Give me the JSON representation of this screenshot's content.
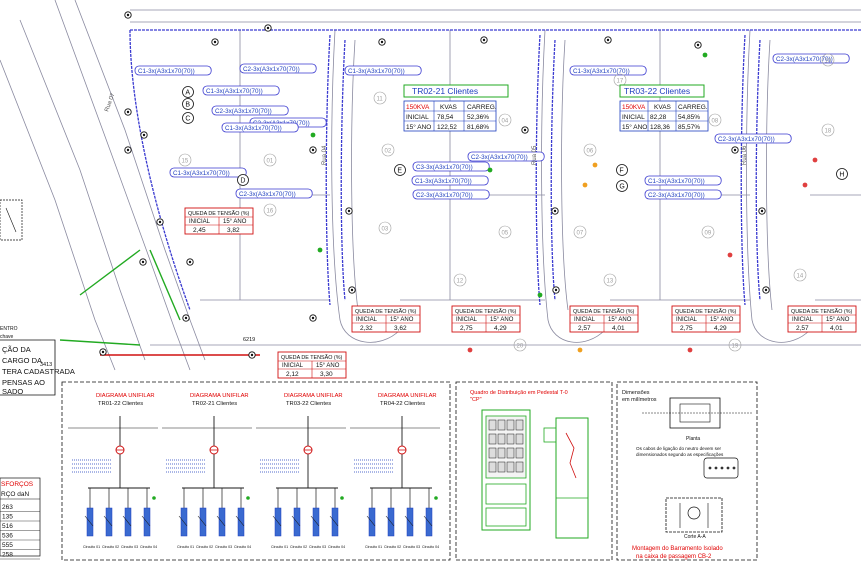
{
  "colors": {
    "blue_text": "#1f3fbf",
    "red_text": "#e00000",
    "green_line": "#22aa22",
    "road_line": "#9a9ab0",
    "cable": "#3a3ad0",
    "box_border": "#d01010"
  },
  "transformers": [
    {
      "name": "TR02-21 Clientes",
      "kva_head": "150KVA",
      "h_kvas": "KVAS",
      "h_carreg": "CARREG.",
      "r1_label": "INICIAL",
      "r1_kvas": "78,54",
      "r1_pct": "52,36%",
      "r2_label": "15° ANO",
      "r2_kvas": "122,52",
      "r2_pct": "81,68%"
    },
    {
      "name": "TR03-22 Clientes",
      "kva_head": "150KVA",
      "h_kvas": "KVAS",
      "h_carreg": "CARREG.",
      "r1_label": "INICIAL",
      "r1_kvas": "82,28",
      "r1_pct": "54,85%",
      "r2_label": "15° ANO",
      "r2_kvas": "128,36",
      "r2_pct": "85,57%"
    }
  ],
  "voltage_drop_tables": [
    {
      "title": "QUEDA DE TENSÃO (%)",
      "h1": "INICIAL",
      "h2": "15° ANO",
      "v1": "2,45",
      "v2": "3,82"
    },
    {
      "title": "QUEDA DE TENSÃO (%)",
      "h1": "INICIAL",
      "h2": "15° ANO",
      "v1": "2,12",
      "v2": "3,30"
    },
    {
      "title": "QUEDA DE TENSÃO (%)",
      "h1": "INICIAL",
      "h2": "15° ANO",
      "v1": "2,32",
      "v2": "3,62"
    },
    {
      "title": "QUEDA DE TENSÃO (%)",
      "h1": "INICIAL",
      "h2": "15° ANO",
      "v1": "2,75",
      "v2": "4,29"
    },
    {
      "title": "QUEDA DE TENSÃO (%)",
      "h1": "INICIAL",
      "h2": "15° ANO",
      "v1": "2,57",
      "v2": "4,01"
    },
    {
      "title": "QUEDA DE TENSÃO (%)",
      "h1": "INICIAL",
      "h2": "15° ANO",
      "v1": "2,75",
      "v2": "4,29"
    },
    {
      "title": "QUEDA DE TENSÃO (%)",
      "h1": "INICIAL",
      "h2": "15° ANO",
      "v1": "2,57",
      "v2": "4,01"
    }
  ],
  "cable_labels": [
    "C1-3x(A3x1x70(70))",
    "C2-3x(A3x1x70(70))",
    "C1-3x(A3x1x70(70))",
    "C1-3x(A3x1x70(70))",
    "C1-3x(A3x1x70(70))",
    "C2-3x(A3x1x70(70))",
    "C1-3x(A3x1x70(70))",
    "C2-3x(A3x1x70(70))",
    "C2-3x(A3x1x70(70))",
    "C3-3x(A3x1x70(70))",
    "C1-3x(A3x1x70(70))",
    "C2-3x(A3x1x70(70))",
    "C2-3x(A3x1x70(70))",
    "C2-3x(A3x1x70(70))",
    "C1-3x(A3x1x70(70))",
    "C2-3x(A3x1x70(70))",
    "C1-3x(A3x1x70(70))",
    "C2-3x(A3x1x70(70))"
  ],
  "roads": [
    "Rua 04",
    "Rua 05",
    "Rua 06",
    "Rua 07"
  ],
  "circle_letters": [
    "A",
    "B",
    "C",
    "D",
    "E",
    "F",
    "G",
    "H"
  ],
  "left_notes": {
    "n1": "ÇÃO DA",
    "n2": "CARGO DA",
    "n3": "TERA CADASTRADA",
    "n4": "PENSAS AO",
    "n5": "SADO",
    "pole1": "3413",
    "pole2": "6219",
    "entry": "ENTRO",
    "entry2": "chave"
  },
  "unifilar": {
    "title": "DIAGRAMA UNIFILAR",
    "subs": [
      "TR01-22 Clientes",
      "TR02-21 Clientes",
      "TR03-22 Clientes",
      "TR04-22 Clientes"
    ],
    "circuits": [
      "Circuito 01",
      "Circuito 02",
      "Circuito 03",
      "Circuito 04"
    ]
  },
  "cabinet": {
    "title": "Quadro de Distribuição em Pedestal T-0",
    "sub": "\"CP\""
  },
  "detail": {
    "title": "Dimensões",
    "sub": "em milímetros",
    "plan": "Planta",
    "note1": "Os cabos de ligação do neutro devem ser",
    "note2": "dimensionados segundo as especificações",
    "cut": "Corte A-A",
    "footer1": "Montagem do Barramento Isolado",
    "footer2": "na caixa de passagem CB-2"
  },
  "esforcos": {
    "title": "SFORÇOS",
    "head": "RÇO daN",
    "rows": [
      "263",
      "135",
      "516",
      "536",
      "555",
      "258"
    ]
  },
  "lot_numbers": [
    "01",
    "02",
    "03",
    "04",
    "05",
    "06",
    "07",
    "08",
    "09",
    "10",
    "11",
    "12",
    "13",
    "14",
    "15",
    "16",
    "17",
    "18",
    "19",
    "20"
  ]
}
